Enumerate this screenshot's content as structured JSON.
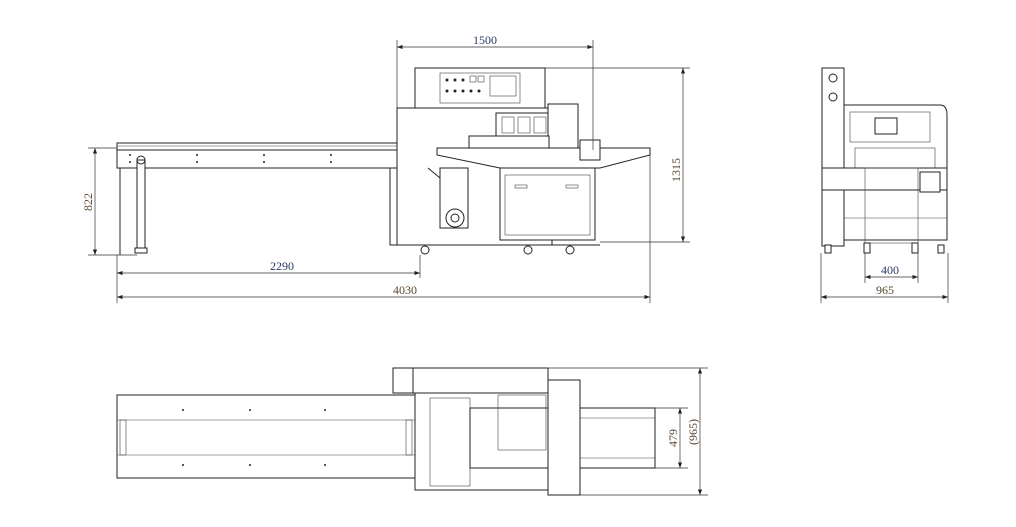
{
  "drawing": {
    "front_view": {
      "dimensions": {
        "width_main": "1500",
        "height_total": "1315",
        "conveyor_height": "822",
        "conveyor_length": "2290",
        "total_length": "4030"
      }
    },
    "side_view": {
      "dimensions": {
        "inner_width": "400",
        "total_width": "965"
      }
    },
    "top_view": {
      "dimensions": {
        "infeed_width": "479",
        "total_width_ref": "(965)"
      }
    },
    "colors": {
      "line": "#222222",
      "dimension_text_blue": "#2b3a6b",
      "dimension_text_brown": "#5a4630"
    }
  }
}
